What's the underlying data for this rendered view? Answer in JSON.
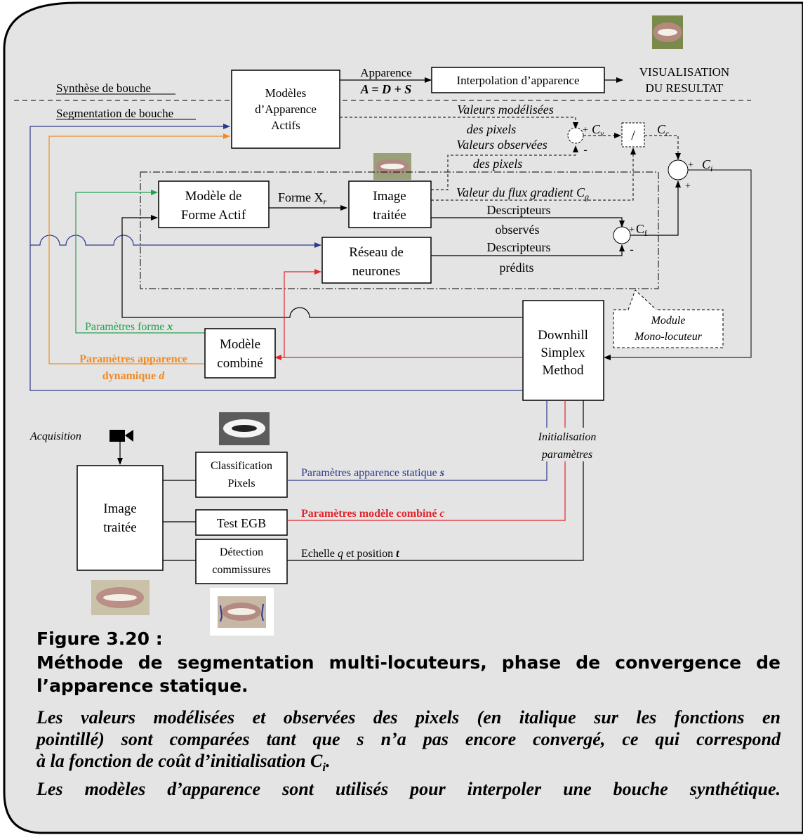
{
  "diagram": {
    "sections": {
      "synthesis": "Synthèse de bouche",
      "segmentation": "Segmentation de bouche"
    },
    "blocks": {
      "aam": [
        "Modèles",
        "d’Apparence",
        "Actifs"
      ],
      "interpolation": "Interpolation d’apparence",
      "visualisation": [
        "VISUALISATION",
        "DU RESULTAT"
      ],
      "asm": [
        "Modèle de",
        "Forme Actif"
      ],
      "processed_image": [
        "Image",
        "traitée"
      ],
      "neural_net": [
        "Réseau de",
        "neurones"
      ],
      "downhill": [
        "Downhill",
        "Simplex",
        "Method"
      ],
      "combined_model": [
        "Modèle",
        "combiné"
      ],
      "module_note": [
        "Module",
        "Mono-locuteur"
      ],
      "input_image": [
        "Image",
        "traitée"
      ],
      "classification": [
        "Classification",
        "Pixels"
      ],
      "egb_test": "Test EGB",
      "corner_detection": [
        "Détection",
        "commissures"
      ],
      "divide_symbol": "/"
    },
    "labels": {
      "appearance": "Apparence",
      "appearance_formula": "A = D + S",
      "modeled_pixels": [
        "Valeurs modélisées",
        "des pixels"
      ],
      "observed_pixels": [
        "Valeurs observées",
        "des pixels"
      ],
      "gradient_flow": "Valeur du flux gradient C",
      "gradient_flow_sub": "g",
      "shape": "Forme X",
      "shape_sub": "r",
      "observed_descriptors": [
        "Descripteurs",
        "observés"
      ],
      "predicted_descriptors": [
        "Descripteurs",
        "prédits"
      ],
      "cv": "C",
      "cv_sub": "v",
      "cc": "C",
      "cc_sub": "c",
      "ci": "C",
      "ci_sub": "i",
      "cf": "C",
      "cf_sub": "f",
      "plus": "+",
      "minus": "-",
      "shape_params": "Paramètres forme ",
      "shape_params_var": "x",
      "dyn_app_params": [
        "Paramètres apparence",
        "dynamique "
      ],
      "dyn_app_params_var": "d",
      "acquisition": "Acquisition",
      "init_params": [
        "Initialisation",
        "paramètres"
      ],
      "static_app_params": "Paramètres apparence statique ",
      "static_app_params_var": "s",
      "combined_params": "Paramètres modèle combiné ",
      "combined_params_var": "c",
      "scale_pos": [
        "Echelle ",
        "q",
        " et position ",
        "t"
      ]
    },
    "colors": {
      "blue": "#2c3a8c",
      "orange": "#f08a24",
      "green": "#23a24d",
      "red": "#e2262b",
      "panel": "#e4e4e4"
    }
  },
  "caption": {
    "number": "Figure 3.20 :",
    "title": "Méthode de segmentation multi-locuteurs, phase de convergence de l’apparence statique.",
    "text": [
      "Les valeurs modélisées et observées des pixels (en italique sur les fonctions en",
      "pointillé) sont comparées tant que s n’a pas encore convergé, ce qui correspond",
      "à la fonction de coût d’initialisation C",
      "Les modèles d’apparence sont utilisés pour interpoler une bouche synthétique."
    ],
    "text_sub": "i",
    "text_end": "."
  }
}
